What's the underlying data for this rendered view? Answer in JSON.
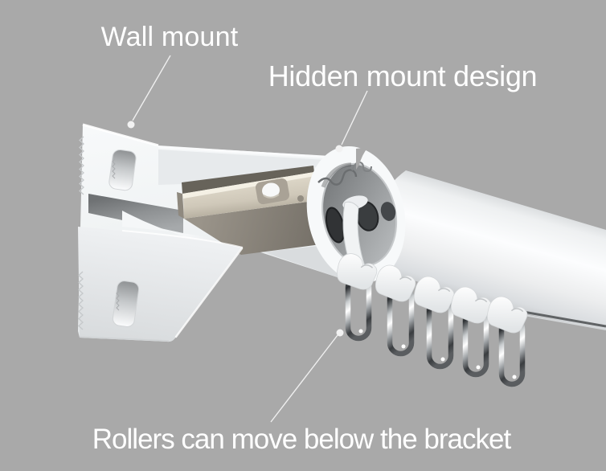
{
  "scene": {
    "type": "product-render-with-callouts",
    "background_color": "#a9a9a9",
    "label_text_color": "#ffffff",
    "leader_line_color": "#efefef"
  },
  "labels": {
    "wall_mount": "Wall mount",
    "hidden_mount": "Hidden mount design",
    "rollers": "Rollers can move below the bracket"
  },
  "product": {
    "subject": "curtain track rail cutaway with wall-mount bracket and rollers",
    "visible_parts": [
      "wall-mount-bracket",
      "mounting-slots",
      "metal-slide-connector",
      "curtain-rail-tube",
      "rail-cross-section",
      "roller-wheels",
      "roller-carrier",
      "curtain-hook-loops",
      "glider-caps"
    ],
    "roller_hook_count": 5,
    "key_colors": {
      "rail_white": "#f4f6f7",
      "bracket_white": "#f3f5f6",
      "metal_slider": "#d6d0c2",
      "roller_wheels": "#333537",
      "chrome_hooks": "#2e3134",
      "rail_interior": "#8d9092"
    }
  }
}
